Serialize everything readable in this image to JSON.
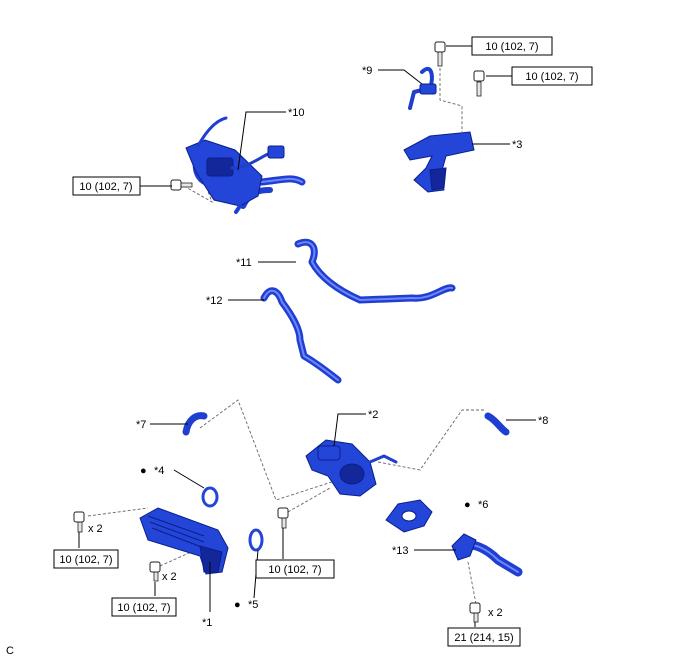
{
  "figure_code": "C",
  "callouts": {
    "c1": "*1",
    "c2": "*2",
    "c3": "*3",
    "c4": "*4",
    "c5": "*5",
    "c6": "*6",
    "c7": "*7",
    "c8": "*8",
    "c9": "*9",
    "c10": "*10",
    "c11": "*11",
    "c12": "*12",
    "c13": "*13"
  },
  "non_reusable_marker": "●",
  "torques": {
    "t_top_a": "10 (102, 7)",
    "t_top_b": "10 (102, 7)",
    "t_left_mid": "10 (102, 7)",
    "t_bottom_left_a": "10 (102, 7)",
    "t_bottom_left_b": "10 (102, 7)",
    "t_bottom_center": "10 (102, 7)",
    "t_bottom_right": "21 (214, 15)"
  },
  "quantities": {
    "q_left_a": "x 2",
    "q_left_b": "x 2",
    "q_right": "x 2"
  },
  "colors": {
    "part_blue": "#2346d8",
    "part_dark": "#0b1f8a"
  }
}
